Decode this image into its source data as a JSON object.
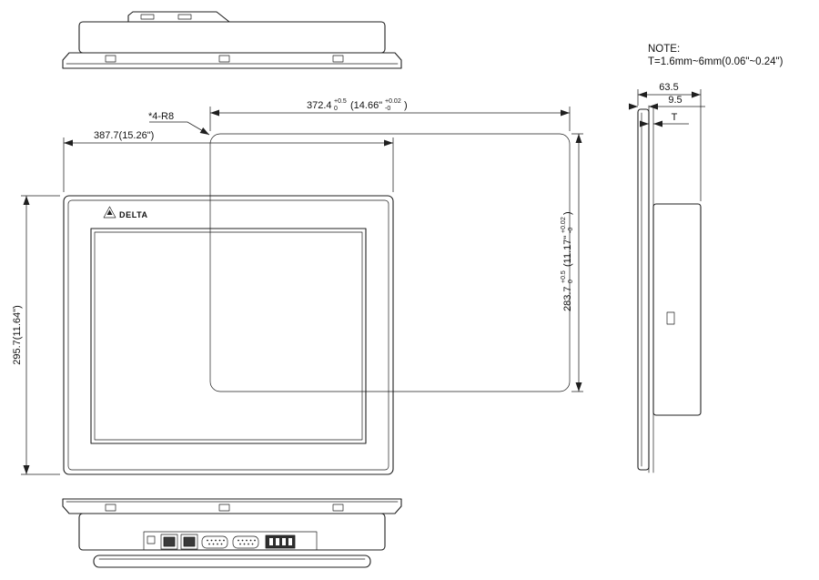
{
  "note": {
    "line1": "NOTE:",
    "line2": "T=1.6mm~6mm(0.06\"~0.24\")"
  },
  "logo": {
    "text": "DELTA"
  },
  "dimensions": {
    "front_width": "387.7(15.26\")",
    "corner_radius": "*4-R8",
    "front_height": "295.7(11.64\")",
    "cutout_width": {
      "mm": "372.4",
      "tol_up": "+0.5",
      "tol_dn": "0",
      "inch_open": "(14.66\"",
      "inch_tol_up": "+0.02",
      "inch_tol_dn": "-0",
      "close": ")"
    },
    "cutout_height": {
      "mm": "283.7",
      "tol_up": "+0.5",
      "tol_dn": "0",
      "inch_open": "(11.17\"",
      "inch_tol_up": "+0.02",
      "inch_tol_dn": "-0",
      "close": ")"
    },
    "side_depth": "63.5",
    "side_bezel": "9.5",
    "panel_thickness": "T"
  }
}
